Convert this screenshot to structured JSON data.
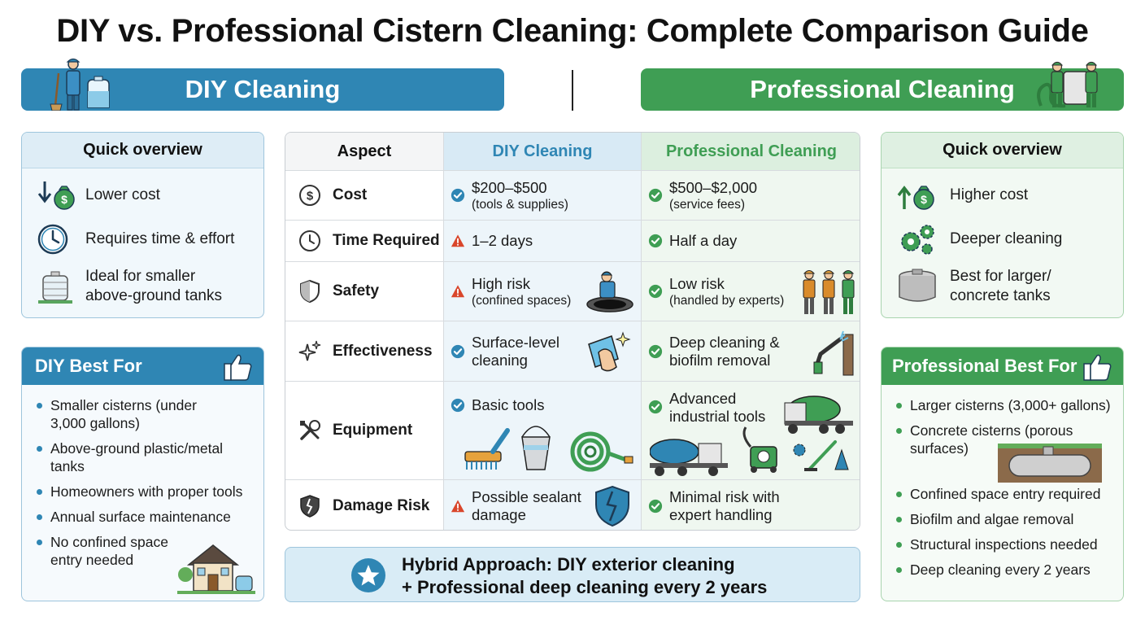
{
  "title": "DIY vs. Professional Cistern Cleaning: Complete Comparison Guide",
  "banners": {
    "diy": "DIY Cleaning",
    "pro": "Professional Cleaning"
  },
  "diy_overview": {
    "heading": "Quick overview",
    "items": [
      {
        "icon": "down-arrow-money-bag-icon",
        "text": "Lower cost"
      },
      {
        "icon": "clock-icon",
        "text": "Requires time & effort"
      },
      {
        "icon": "water-tank-icon",
        "line1": "Ideal for smaller",
        "line2": "above-ground tanks"
      }
    ]
  },
  "pro_overview": {
    "heading": "Quick overview",
    "items": [
      {
        "icon": "up-arrow-money-bag-icon",
        "text": "Higher cost"
      },
      {
        "icon": "gears-icon",
        "text": "Deeper cleaning"
      },
      {
        "icon": "concrete-tank-icon",
        "line1": "Best for larger/",
        "line2": "concrete tanks"
      }
    ]
  },
  "diy_best": {
    "heading": "DIY Best For",
    "items": [
      {
        "line1": "Smaller cisterns (under",
        "line2": "3,000 gallons)"
      },
      {
        "line1": "Above-ground plastic/metal",
        "line2": "tanks"
      },
      {
        "line1": "Homeowners with proper tools"
      },
      {
        "line1": "Annual surface maintenance"
      },
      {
        "line1": "No confined space",
        "line2": "entry needed"
      }
    ]
  },
  "pro_best": {
    "heading": "Professional Best For",
    "items": [
      {
        "line1": "Larger cisterns (3,000+ gallons)"
      },
      {
        "line1": "Concrete cisterns (porous",
        "line2": "surfaces)"
      },
      {
        "line1": "Confined space entry required"
      },
      {
        "line1": "Biofilm and algae removal"
      },
      {
        "line1": "Structural inspections needed"
      },
      {
        "line1": "Deep cleaning every 2 years"
      }
    ]
  },
  "table": {
    "headers": {
      "aspect": "Aspect",
      "diy": "DIY Cleaning",
      "pro": "Professional Cleaning"
    },
    "rows": [
      {
        "aspect": "Cost",
        "icon": "dollar-coin-icon",
        "diy": {
          "status": "check",
          "text": "$200–$500",
          "sub": "(tools & supplies)"
        },
        "pro": {
          "status": "check",
          "text": "$500–$2,000",
          "sub": "(service fees)"
        }
      },
      {
        "aspect": "Time Required",
        "icon": "clock-icon",
        "diy": {
          "status": "warning",
          "text": "1–2 days"
        },
        "pro": {
          "status": "check",
          "text": "Half a day"
        }
      },
      {
        "aspect": "Safety",
        "icon": "shield-icon",
        "diy": {
          "status": "warning",
          "text": "High risk",
          "sub": "(confined spaces)"
        },
        "pro": {
          "status": "check",
          "text": "Low risk",
          "sub": "(handled by experts)"
        }
      },
      {
        "aspect": "Effectiveness",
        "icon": "sparkle-icon",
        "diy": {
          "status": "check",
          "line1": "Surface-level",
          "line2": "cleaning"
        },
        "pro": {
          "status": "check",
          "line1": "Deep cleaning &",
          "line2": "biofilm removal"
        }
      },
      {
        "aspect": "Equipment",
        "icon": "tools-icon",
        "diy": {
          "status": "check",
          "text": "Basic tools"
        },
        "pro": {
          "status": "check",
          "line1": "Advanced",
          "line2": "industrial tools"
        }
      },
      {
        "aspect": "Damage Risk",
        "icon": "cracked-shield-icon",
        "diy": {
          "status": "warning",
          "line1": "Possible sealant",
          "line2": "damage"
        },
        "pro": {
          "status": "check",
          "line1": "Minimal risk with",
          "line2": "expert handling"
        }
      }
    ]
  },
  "hybrid": {
    "icon": "star-icon",
    "line1": "Hybrid Approach: DIY exterior cleaning",
    "line2": "+ Professional deep cleaning every 2 years"
  },
  "colors": {
    "diy_blue": "#2f86b4",
    "pro_green": "#3f9e54",
    "warning_red": "#d9462b"
  }
}
